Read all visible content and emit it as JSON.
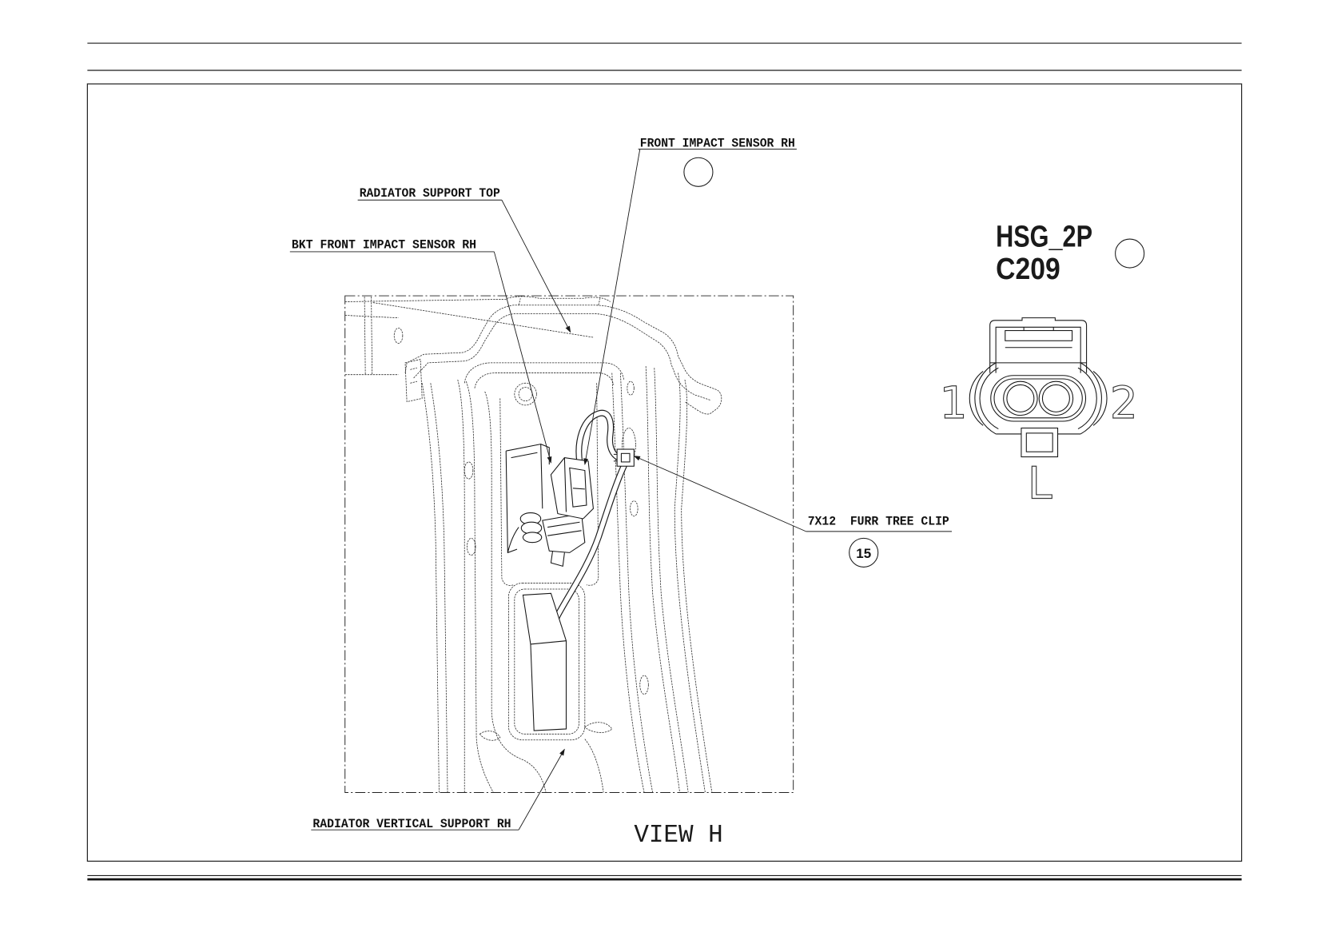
{
  "colors": {
    "line": "#1a1a1a",
    "background": "#ffffff"
  },
  "labels": {
    "front_impact_sensor_rh": "FRONT IMPACT SENSOR RH",
    "radiator_support_top": "RADIATOR SUPPORT TOP",
    "bkt_front_impact_sensor_rh": "BKT FRONT IMPACT SENSOR RH",
    "furr_tree_clip": "7X12  FURR TREE CLIP",
    "radiator_vertical_support_rh": "RADIATOR VERTICAL SUPPORT RH"
  },
  "callouts": {
    "clip_item": "15"
  },
  "view_title": "VIEW H",
  "connector": {
    "housing": "HSG_2P",
    "id": "C209",
    "pins": [
      "1",
      "2"
    ],
    "wire_color_code": "L"
  }
}
